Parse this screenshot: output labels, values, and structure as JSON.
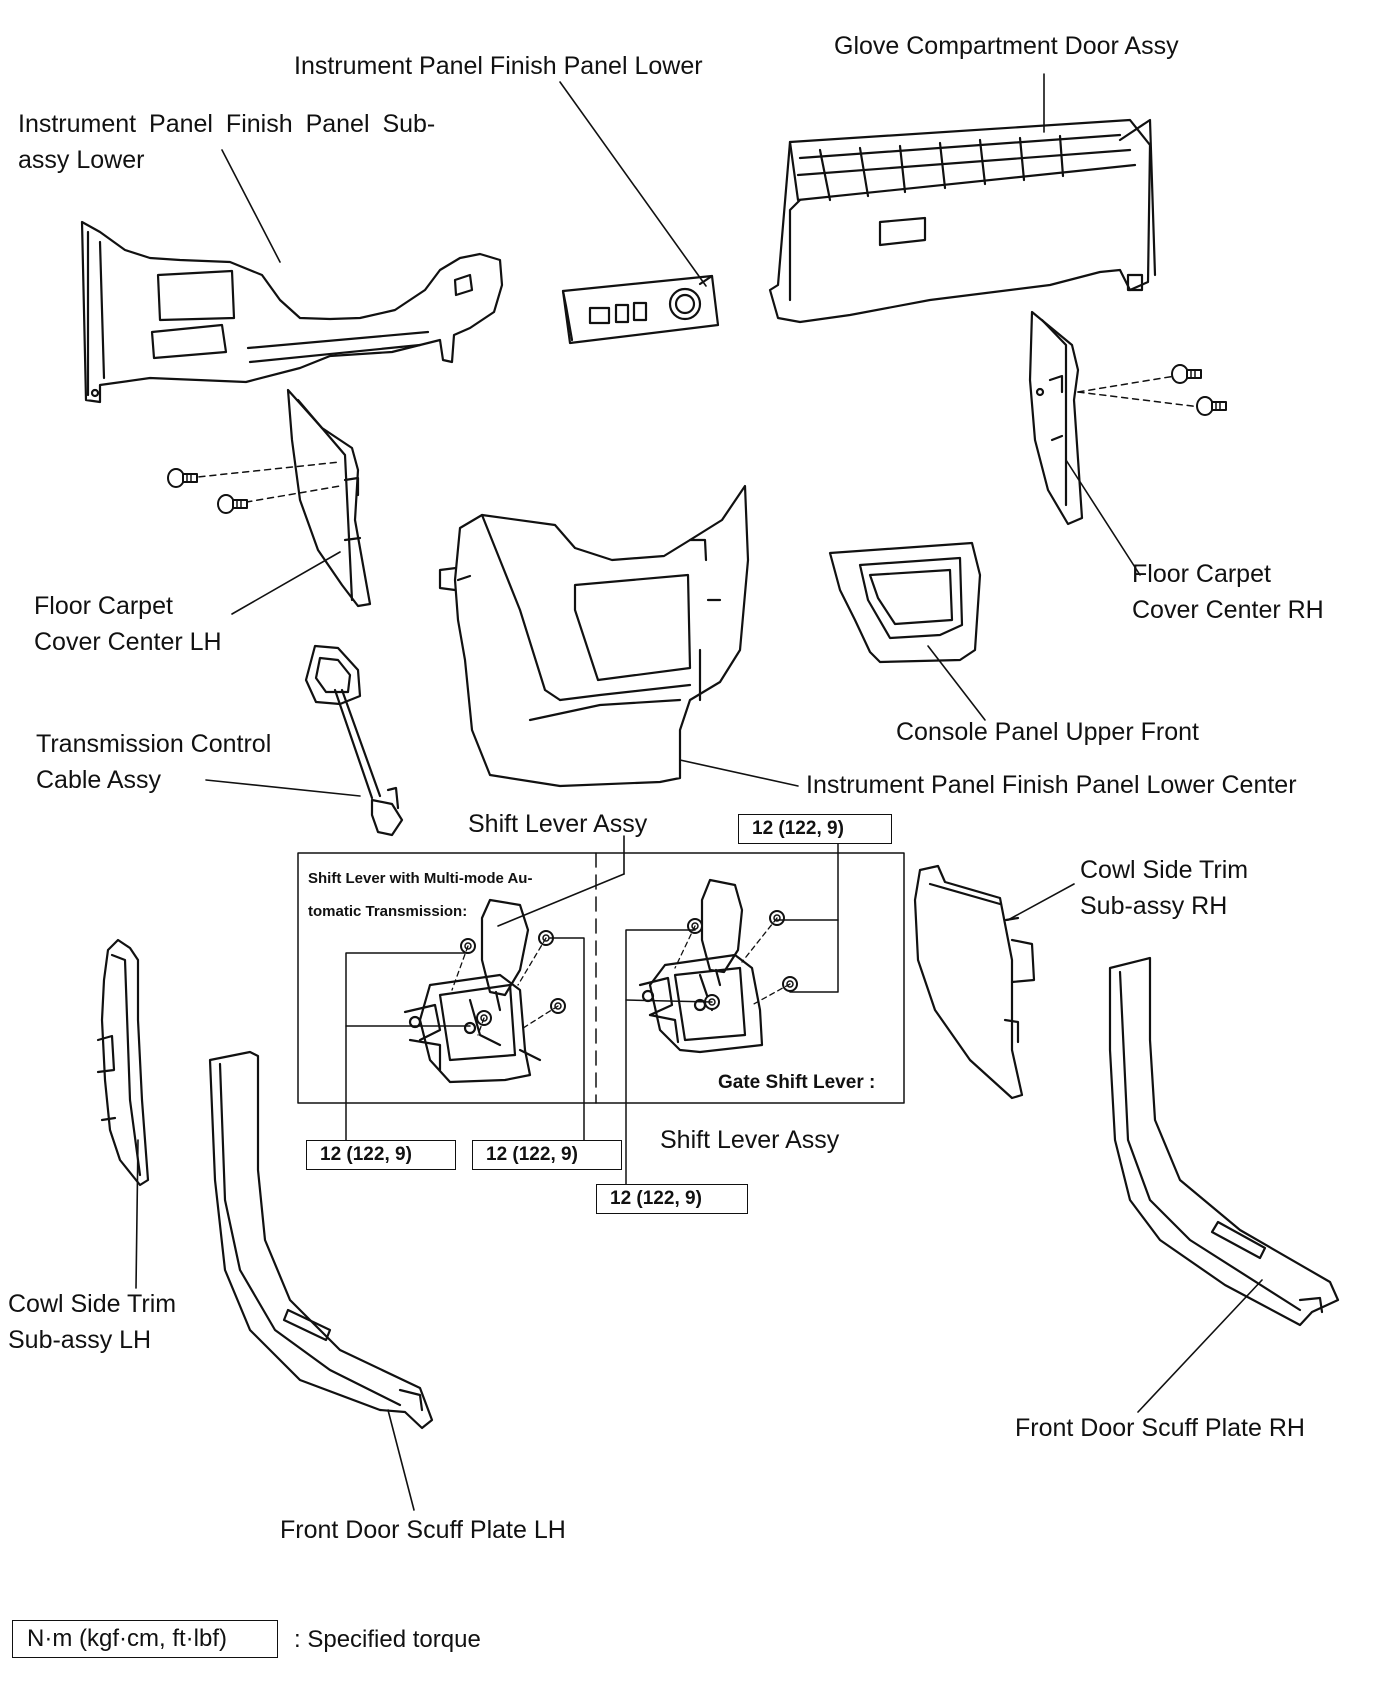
{
  "labels": {
    "finish_panel_lower": "Instrument Panel Finish Panel Lower",
    "glove_compartment": "Glove Compartment Door Assy",
    "finish_panel_sub_assy_lower_l1": "Instrument Panel Finish Panel Sub-",
    "finish_panel_sub_assy_lower_l2": "assy Lower",
    "floor_carpet_rh_l1": "Floor Carpet",
    "floor_carpet_rh_l2": "Cover Center RH",
    "floor_carpet_lh_l1": "Floor Carpet",
    "floor_carpet_lh_l2": "Cover Center LH",
    "console_panel": "Console Panel Upper Front",
    "transmission_cable_l1": "Transmission Control",
    "transmission_cable_l2": "Cable Assy",
    "finish_panel_lower_center": "Instrument Panel Finish Panel Lower Center",
    "shift_lever_top": "Shift Lever Assy",
    "cowl_rh_l1": "Cowl Side Trim",
    "cowl_rh_l2": "Sub-assy RH",
    "shift_lever_bottom": "Shift Lever Assy",
    "cowl_lh_l1": "Cowl Side Trim",
    "cowl_lh_l2": "Sub-assy LH",
    "scuff_rh": "Front Door Scuff Plate RH",
    "scuff_lh": "Front Door Scuff Plate LH"
  },
  "inset": {
    "multimode_l1": "Shift Lever with Multi-mode Au-",
    "multimode_l2": "tomatic Transmission:",
    "gate_shift": "Gate Shift Lever :"
  },
  "torque": {
    "t_top": "12 (122, 9)",
    "t_left": "12 (122, 9)",
    "t_mid": "12 (122, 9)",
    "t_bottom": "12 (122, 9)"
  },
  "legend": {
    "unit": "N·m (kgf·cm, ft·lbf)",
    "meaning": ": Specified torque"
  }
}
